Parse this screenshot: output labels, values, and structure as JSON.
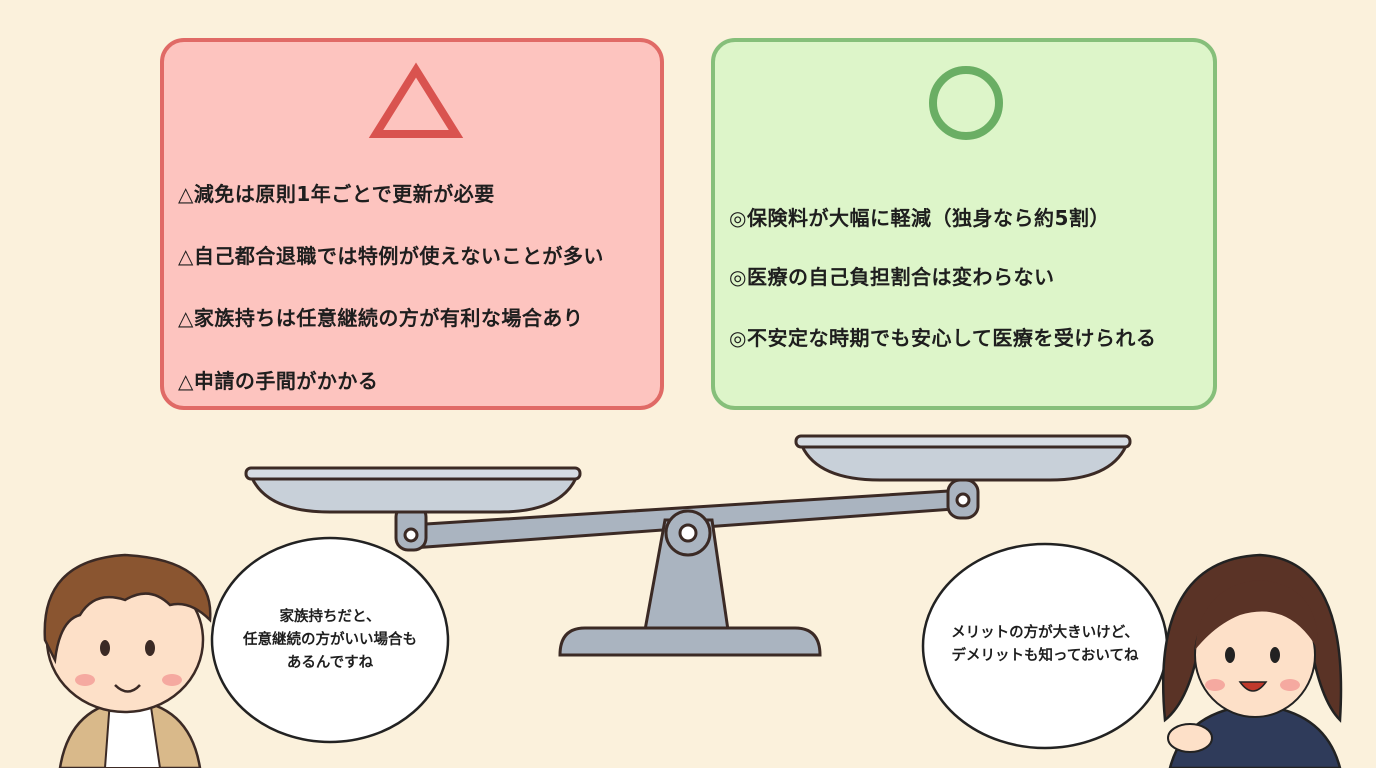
{
  "cons": {
    "symbol": "△",
    "items": [
      "△減免は原則1年ごとで更新が必要",
      "△自己都合退職では特例が使えないことが多い",
      "△家族持ちは任意継続の方が有利な場合あり",
      "△申請の手間がかかる"
    ]
  },
  "pros": {
    "symbol": "○",
    "items": [
      "◎保険料が大幅に軽減（独身なら約5割）",
      "◎医療の自己負担割合は変わらない",
      "◎不安定な時期でも安心して医療を受けられる"
    ]
  },
  "speech": {
    "left": [
      "家族持ちだと、",
      "任意継続の方がいい場合も",
      "あるんですね"
    ],
    "right": [
      "メリットの方が大きいけど、",
      "デメリットも知っておいてね"
    ]
  },
  "colors": {
    "cons_bg": "#fdc4bf",
    "cons_border": "#e06a66",
    "pros_bg": "#ddf5c9",
    "pros_border": "#86bf7a",
    "background": "#fbf1dc"
  }
}
